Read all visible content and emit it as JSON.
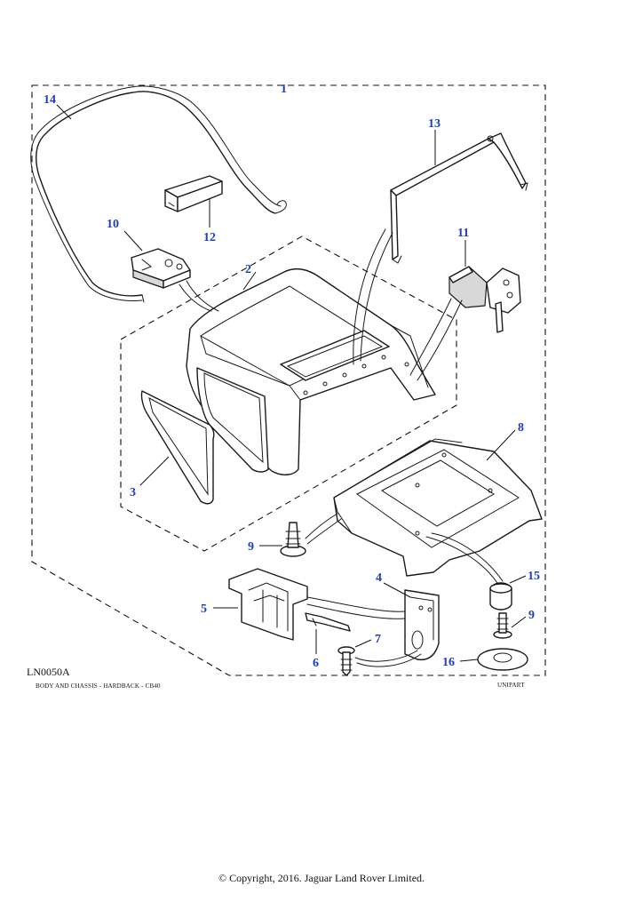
{
  "diagram": {
    "figure_code": "LN0050A",
    "caption": "BODY AND CHASSIS - HARDBACK - CB40",
    "brand": "UNIPART",
    "callouts": [
      "1",
      "2",
      "3",
      "4",
      "5",
      "6",
      "7",
      "8",
      "9",
      "9",
      "10",
      "11",
      "12",
      "13",
      "14",
      "15",
      "16"
    ]
  },
  "footer": {
    "copyright": "© Copyright, 2016. Jaguar Land Rover Limited."
  },
  "colors": {
    "callout": "#1e3cc8",
    "line": "#1a1a1a"
  }
}
